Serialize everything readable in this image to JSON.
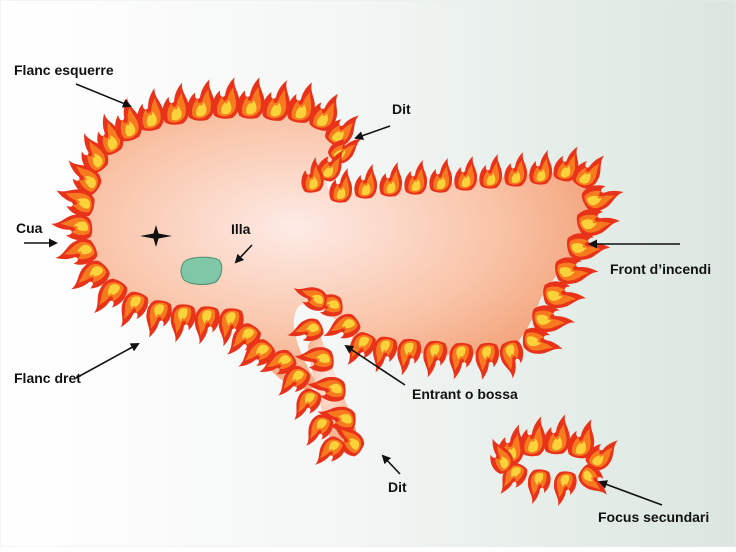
{
  "labels": {
    "flanc_esquerre": "Flanc esquerre",
    "dit_top": "Dit",
    "cua": "Cua",
    "illa": "Illa",
    "front": "Front d’incendi",
    "flanc_dret": "Flanc dret",
    "entrant": "Entrant o bossa",
    "dit_bottom": "Dit",
    "focus": "Focus secundari"
  },
  "colors": {
    "background_left": "#ffffff",
    "background_right": "#dfe9e4",
    "burned_area_light": "#fde3dc",
    "burned_area_mid": "#f8b89a",
    "burned_area_dark": "#f08a5c",
    "flame_outer": "#e8321a",
    "flame_mid": "#f77a1f",
    "flame_inner": "#fcd23a",
    "island": "#7fc7a6",
    "arrow": "#111111"
  },
  "icons": [
    "star-marker-icon",
    "island-shape"
  ]
}
